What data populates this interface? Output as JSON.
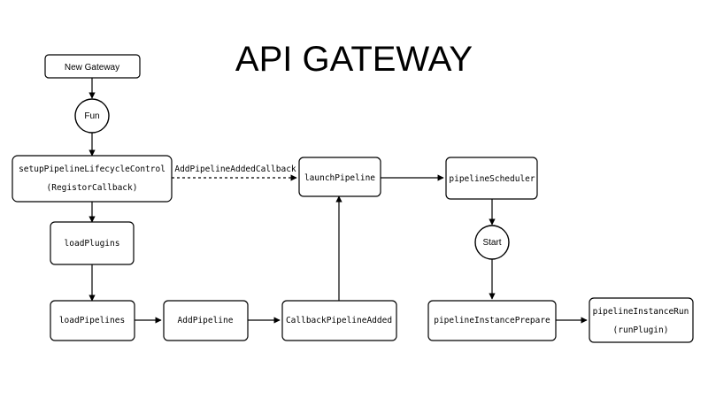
{
  "title": "API GATEWAY",
  "nodes": {
    "new_gateway": "New Gateway",
    "fun": "Fun",
    "setup": [
      "setupPipelineLifecycleControl",
      "(RegistorCallback)"
    ],
    "load_plugins": "loadPlugins",
    "load_pipelines": "loadPipelines",
    "add_pipeline": "AddPipeline",
    "callback_pipeline_added": "CallbackPipelineAdded",
    "launch_pipeline": "launchPipeline",
    "pipeline_scheduler": "pipelineScheduler",
    "start": "Start",
    "pipeline_instance_prepare": "pipelineInstancePrepare",
    "pipeline_instance_run": [
      "pipelineInstanceRun",
      "(runPlugin)"
    ]
  },
  "edges": {
    "add_pipeline_added_callback": "AddPipelineAddedCallback"
  }
}
